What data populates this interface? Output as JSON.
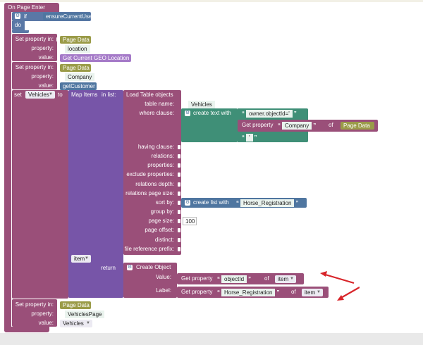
{
  "event": {
    "title": "On Page Enter"
  },
  "if_block": {
    "if_label": "if",
    "condition": "ensureCurrentUser",
    "do_label": "do"
  },
  "set1": {
    "label": "Set property in:",
    "target": "Page Data",
    "property_label": "property:",
    "property": "location",
    "value_label": "value:",
    "value": "Get Current GEO Location"
  },
  "set2": {
    "label": "Set property in:",
    "target": "Page Data",
    "property_label": "property:",
    "property": "Company",
    "value_label": "value:",
    "value": "getCustomer"
  },
  "set_var": {
    "set_label": "set",
    "var": "Vehicles",
    "to_label": "to"
  },
  "map_items": {
    "label": "Map Items",
    "in_list": "in list:",
    "item_var": "item",
    "return_label": "return"
  },
  "load_table": {
    "title": "Load Table objects",
    "table_name_label": "table name:",
    "table_name": "Vehicles",
    "where_label": "where clause:",
    "create_text": "create text with",
    "owner_str": "owner.objectId='",
    "get_property": "Get property",
    "company_str": "Company",
    "of_label": "of",
    "page_data": "Page Data",
    "quote_str": "'",
    "params": [
      "having clause:",
      "relations:",
      "properties:",
      "exclude properties:",
      "relations depth:",
      "relations page size:",
      "sort by:",
      "group by:",
      "page size:",
      "page offset:",
      "distinct:",
      "file reference prefix:"
    ],
    "create_list": "create list with",
    "horse_reg": "Horse_Registration",
    "page_size": "100"
  },
  "create_object": {
    "title": "Create Object",
    "value_label": "Value:",
    "label_label": "Label:",
    "get_property": "Get property",
    "object_id": "objectId",
    "of_label": "of",
    "item": "item",
    "horse_reg": "Horse_Registration"
  },
  "set3": {
    "label": "Set property in:",
    "target": "Page Data",
    "property_label": "property:",
    "property": "VehiclesPage",
    "value_label": "value:",
    "value": "Vehicles"
  },
  "colors": {
    "arrow": "#d8252a",
    "procedure": "#9a4f79",
    "map": "#7755a8",
    "text": "#3f8f77"
  },
  "icons": [
    "gear-icon",
    "dropdown-caret-icon",
    "red-arrow-icon"
  ]
}
